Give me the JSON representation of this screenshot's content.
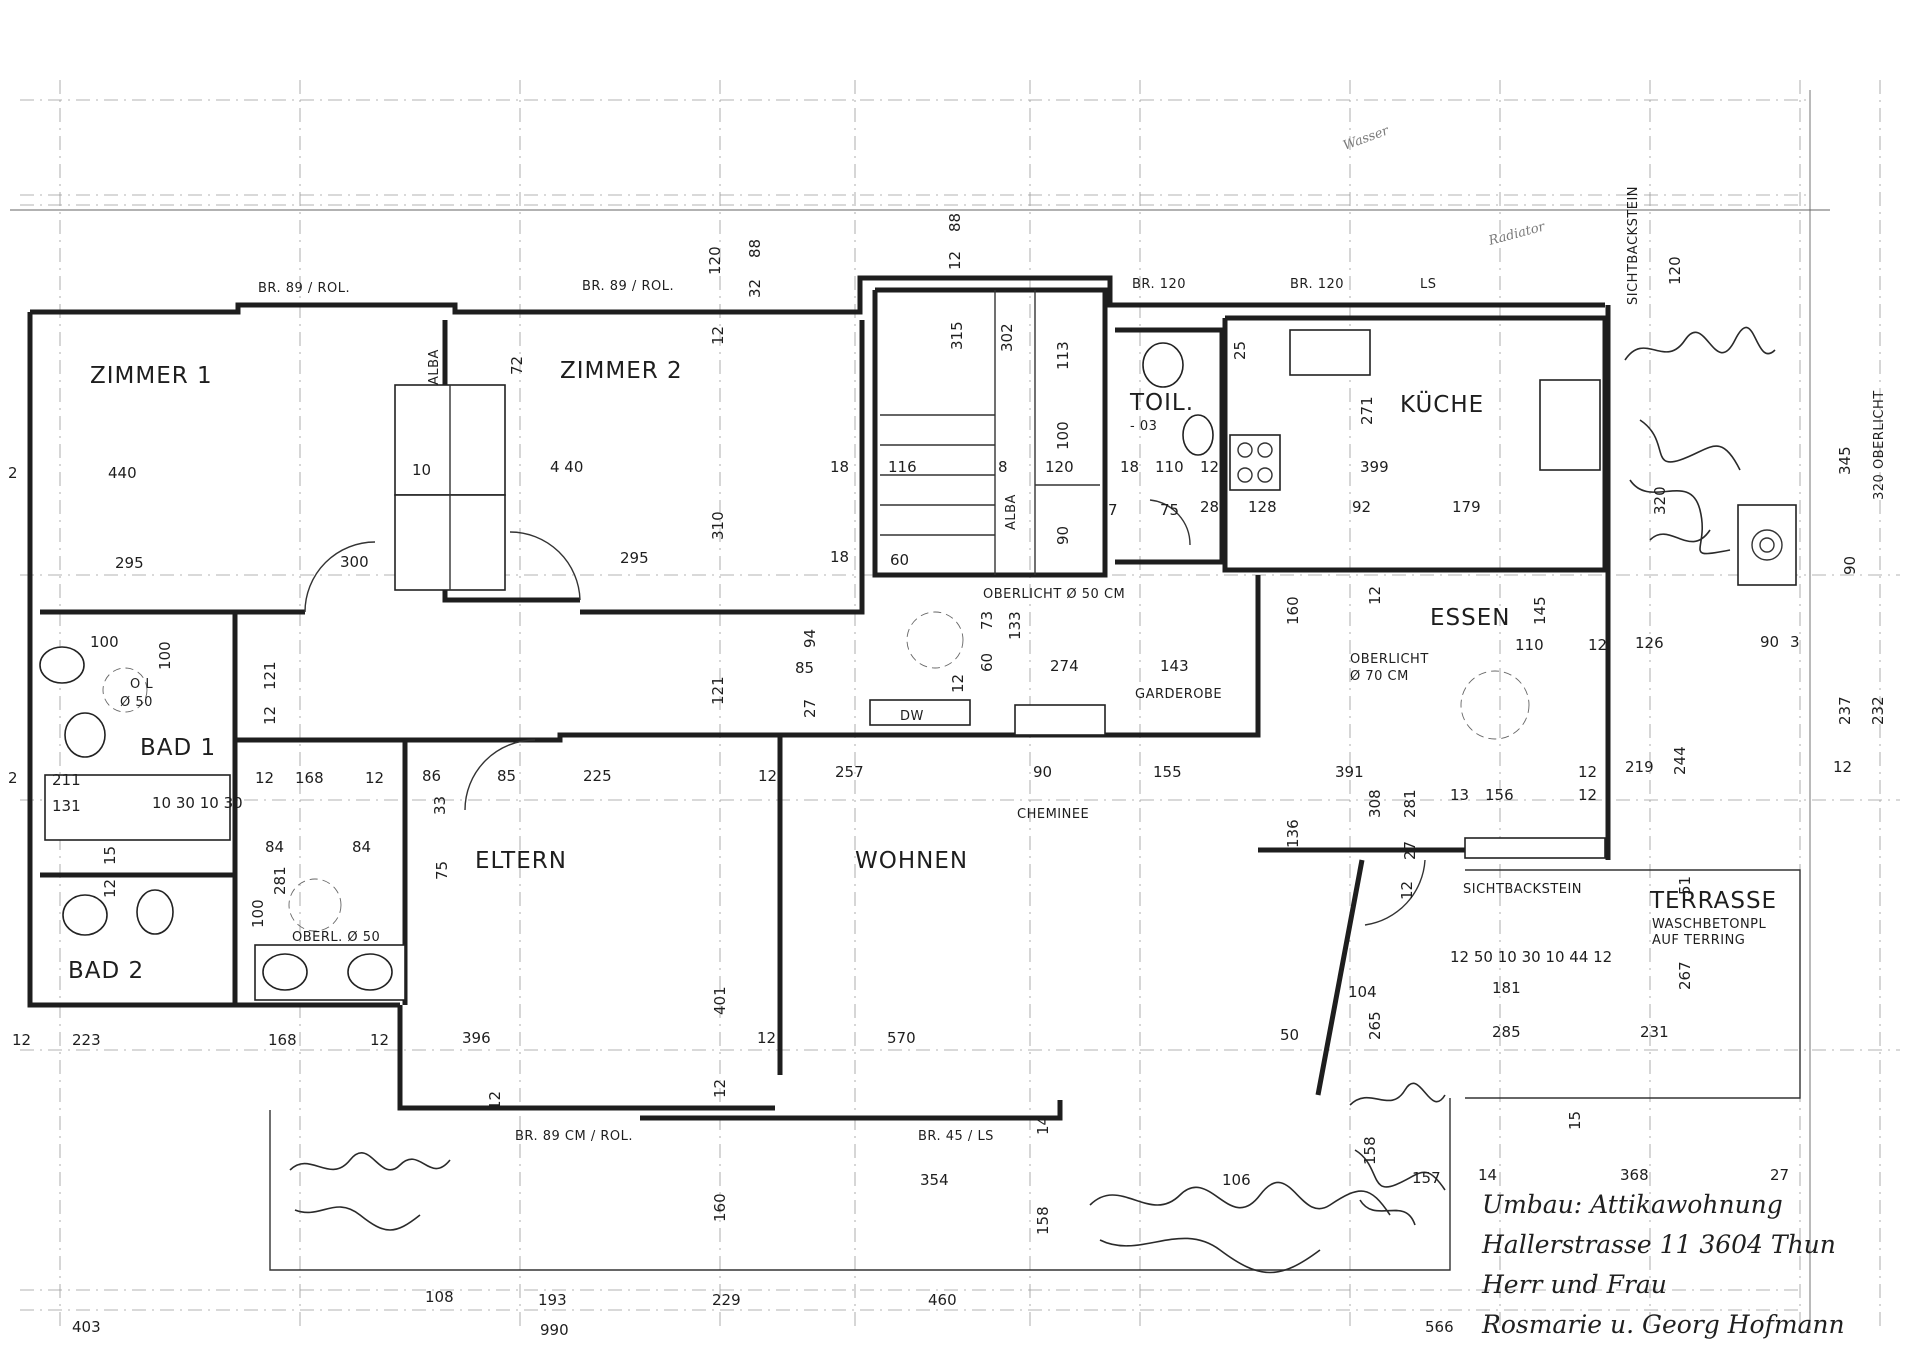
{
  "rooms": {
    "zimmer1": "ZIMMER 1",
    "zimmer2": "ZIMMER 2",
    "toil": "TOIL.",
    "kueche": "KÜCHE",
    "essen": "ESSEN",
    "bad1": "BAD 1",
    "bad2": "BAD 2",
    "eltern": "ELTERN",
    "wohnen": "WOHNEN",
    "terrasse": "TERRASSE"
  },
  "labels": {
    "br89rol_a": "BR. 89 / ROL.",
    "br89rol_b": "BR. 89 / ROL.",
    "br120_a": "BR. 120",
    "br120_b": "BR. 120",
    "ls": "LS",
    "sichtbackstein_top": "SICHTBACKSTEIN",
    "oberlicht_right": "320 OBERLICHT",
    "alba_a": "ALBA",
    "alba_b": "ALBA",
    "oberlicht50": "OBERLICHT Ø 50 CM",
    "oberlicht70": "OBERLICHT",
    "oberlicht70_dia": "Ø 70 CM",
    "garderobe": "GARDEROBE",
    "dw": "DW",
    "cheminee": "CHEMINEE",
    "sichtbackstein_low": "SICHTBACKSTEIN",
    "waschbeton1": "WASCHBETONPL",
    "waschbeton2": "AUF TERRING",
    "oberl50": "OBERL. Ø 50",
    "ol50a": "O L",
    "ol50b": "Ø 50",
    "br89cm": "BR. 89 CM / ROL.",
    "br45ls": "BR. 45 / LS",
    "toil_code": "- 03"
  },
  "notes": {
    "wasser": "Wasser",
    "radiator": "Radiator"
  },
  "title_block": {
    "line1": "Umbau: Attikawohnung",
    "line2": "Hallerstrasse 11  3604 Thun",
    "line3": "Herr und Frau",
    "line4": "Rosmarie u. Georg Hofmann"
  },
  "dimensions": {
    "d440": "440",
    "d295a": "295",
    "d300": "300",
    "d72": "72",
    "d10": "10",
    "d440b": "4 40",
    "d295b": "295",
    "d310": "310",
    "d18a": "18",
    "d18b": "18",
    "d120a": "120",
    "d88a": "88",
    "d32": "32",
    "d12a": "12",
    "d315": "315",
    "d302": "302",
    "d113": "113",
    "d12b": "12",
    "d88b": "88",
    "d116": "116",
    "d8": "8",
    "d120b": "120",
    "d100a": "100",
    "d90a": "90",
    "d60": "60",
    "d18c": "18",
    "d7": "7",
    "d75a": "75",
    "d110a": "110",
    "d12c": "12",
    "d28": "28",
    "d128": "128",
    "d92": "92",
    "d179": "179",
    "d271": "271",
    "d399": "399",
    "d25": "25",
    "d120c": "120",
    "d345": "345",
    "d320": "320",
    "d90b": "90",
    "d90c": "90",
    "d3": "3",
    "d126": "126",
    "d237": "237",
    "d232": "232",
    "d219": "219",
    "d244": "244",
    "d12d": "12",
    "d100b": "100",
    "d100c": "100",
    "d121a": "121",
    "d121b": "121",
    "d12e": "12",
    "d94": "94",
    "d85a": "85",
    "d27a": "27",
    "d73": "73",
    "d133": "133",
    "d60b": "60",
    "d12f": "12",
    "d274": "274",
    "d143": "143",
    "d160a": "160",
    "d145": "145",
    "d110b": "110",
    "d12g": "12",
    "d12h": "12",
    "d211": "211",
    "d131": "131",
    "d10s": "10 30 10 30",
    "d12i": "12",
    "d168a": "168",
    "d12j": "12",
    "d86": "86",
    "d85b": "85",
    "d225": "225",
    "d12k": "12",
    "d257": "257",
    "d90d": "90",
    "d155": "155",
    "d391": "391",
    "d13": "13",
    "d156": "156",
    "d12l": "12",
    "d12m": "12",
    "d33": "33",
    "d84a": "84",
    "d84b": "84",
    "d15a": "15",
    "d12n": "12",
    "d281a": "281",
    "d75b": "75",
    "d136": "136",
    "d308": "308",
    "d281b": "281",
    "d27b": "27",
    "d51": "51",
    "d100d": "100",
    "d12o": "12",
    "d223": "223",
    "d168b": "168",
    "d12p": "12",
    "d396": "396",
    "d401": "401",
    "d12q": "12",
    "d570": "570",
    "d12r": "12",
    "d50": "50",
    "d104": "104",
    "d265": "265",
    "d12s": "12 50 10 30 10 44 12",
    "d181": "181",
    "d285": "285",
    "d267": "267",
    "d231": "231",
    "d15b": "15",
    "d14a": "14",
    "d12t": "12",
    "d158a": "158",
    "d157": "157",
    "d14b": "14",
    "d368": "368",
    "d27c": "27",
    "d354": "354",
    "d106": "106",
    "d160b": "160",
    "d158b": "158",
    "d108": "108",
    "d193": "193",
    "d229": "229",
    "d460": "460",
    "d403": "403",
    "d990": "990",
    "d566": "566",
    "d2a": "2",
    "d2b": "2",
    "d12u": "12"
  },
  "colors": {
    "ink": "#1e1e1e",
    "paper": "#ffffff",
    "pencil": "#7a7a7a"
  }
}
